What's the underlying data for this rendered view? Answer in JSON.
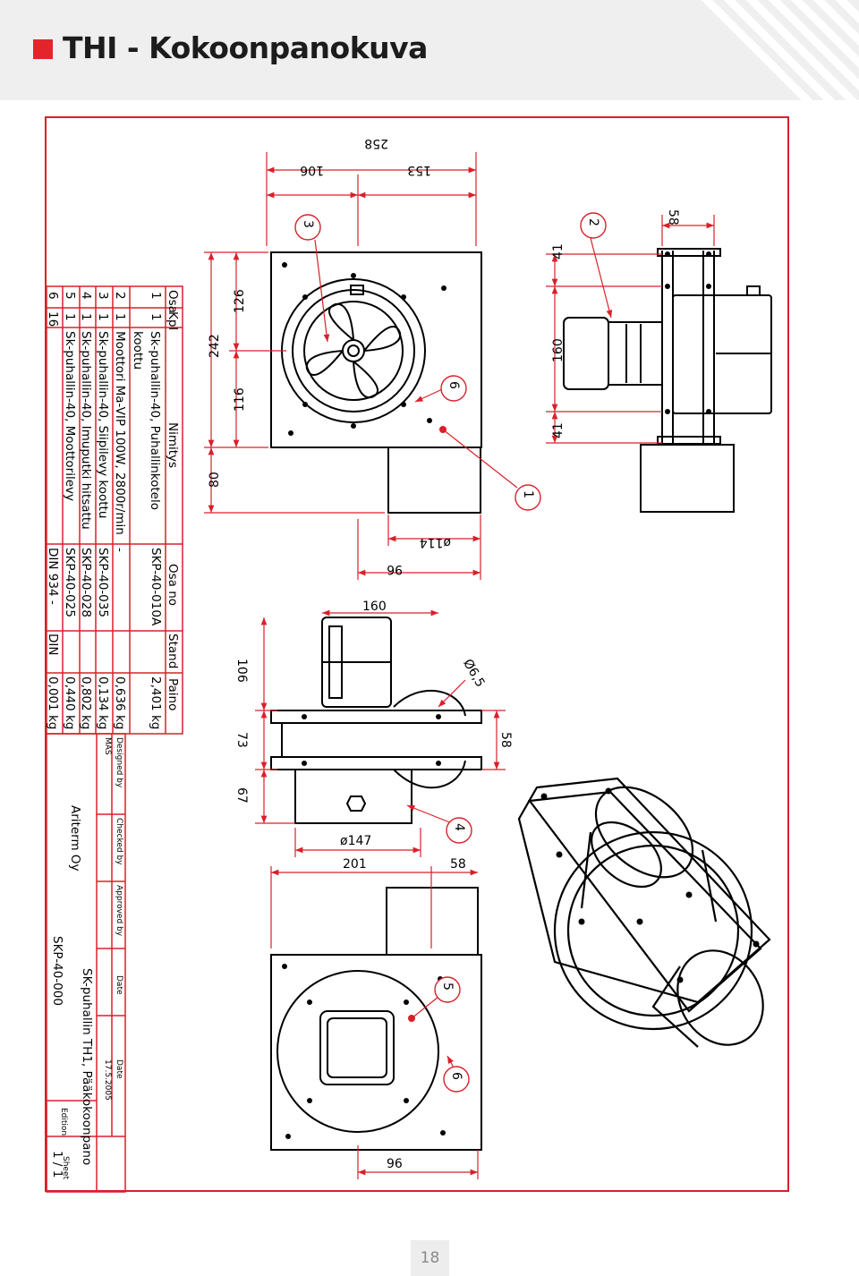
{
  "header": {
    "title": "THI - Kokoonpanokuva"
  },
  "page_number": "18",
  "dimensions": {
    "d258": "258",
    "d153": "153",
    "d106a": "106",
    "d58a": "58",
    "d41a": "41",
    "d160a": "160",
    "d41b": "41",
    "d242": "242",
    "d126": "126",
    "d116": "116",
    "d80": "80",
    "d96a": "96",
    "d114": "ø114",
    "d160b": "160",
    "d106b": "106",
    "d73": "73",
    "d67": "67",
    "d65": "Ø6,5",
    "d58b": "58",
    "d147": "ø147",
    "d201": "201",
    "d58c": "58",
    "d96b": "96"
  },
  "callouts": [
    "1",
    "2",
    "3",
    "4",
    "5",
    "6",
    "6"
  ],
  "bom": {
    "headers": [
      "Osa",
      "Kpl",
      "Nimitys",
      "Osa no",
      "Stand",
      "Paino"
    ],
    "rows": [
      [
        "1",
        "1",
        "Sk-puhallin-40, Puhallinkotelo koottu",
        "SKP-40-010A",
        "",
        "2,401 kg"
      ],
      [
        "2",
        "1",
        "Moottori Ma-VIP 100W, 2800r/min",
        "-",
        "",
        "0,636 kg"
      ],
      [
        "3",
        "1",
        "Sk-puhallin-40, Siipilevy koottu",
        "SKP-40-035",
        "",
        "0,134 kg"
      ],
      [
        "4",
        "1",
        "Sk-puhallin-40, Imuputki hitsattu",
        "SKP-40-028",
        "",
        "0,802 kg"
      ],
      [
        "5",
        "1",
        "Sk-puhallin-40, Moottorilevy",
        "SKP-40-025",
        "",
        "0,440 kg"
      ],
      [
        "6",
        "16",
        "",
        "DIN 934 -",
        "DIN",
        "0,001 kg"
      ]
    ]
  },
  "title_block": {
    "designed_by_label": "Designed by",
    "designed_by": "MAS",
    "checked_by_label": "Checked by",
    "approved_by_label": "Approved by",
    "date_label1": "Date",
    "date_label2": "Date",
    "date": "17.5.2005",
    "company": "Ariterm Oy",
    "title": "SK-puhallin TH1, Pääkokoonpano",
    "drawing_no": "SKP-40-000",
    "edition_label": "Edition",
    "sheet_label": "Sheet",
    "sheet": "1 / 1"
  },
  "colors": {
    "accent": "#d9202a",
    "header_bg": "#efeff0"
  }
}
